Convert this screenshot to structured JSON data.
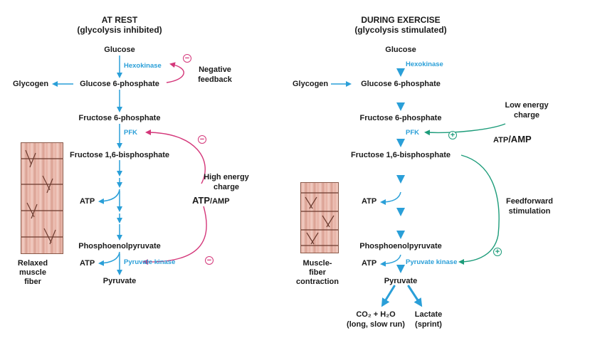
{
  "left": {
    "title": "AT REST",
    "subtitle": "(glycolysis inhibited)",
    "glucose": "Glucose",
    "hexokinase": "Hexokinase",
    "glycogen": "Glycogen",
    "g6p": "Glucose 6-phosphate",
    "negative_feedback_1": "Negative",
    "negative_feedback_2": "feedback",
    "f6p": "Fructose 6-phosphate",
    "pfk": "PFK",
    "f16bp": "Fructose 1,6-bisphosphate",
    "high_energy_1": "High energy",
    "high_energy_2": "charge",
    "atp_amp_atp": "ATP",
    "atp_amp_amp": "/AMP",
    "atp": "ATP",
    "pep": "Phosphoenolpyruvate",
    "atp2": "ATP",
    "pyruvate_kinase": "Pyruvate kinase",
    "pyruvate": "Pyruvate",
    "fiber_label_1": "Relaxed",
    "fiber_label_2": "muscle",
    "fiber_label_3": "fiber"
  },
  "right": {
    "title": "DURING EXERCISE",
    "subtitle": "(glycolysis stimulated)",
    "glucose": "Glucose",
    "hexokinase": "Hexokinase",
    "glycogen": "Glycogen",
    "g6p": "Glucose 6-phosphate",
    "low_energy_1": "Low energy",
    "low_energy_2": "charge",
    "f6p": "Fructose 6-phosphate",
    "pfk": "PFK",
    "atp_amp_atp": "ATP",
    "atp_amp_amp": "/AMP",
    "f16bp": "Fructose 1,6-bisphosphate",
    "feedforward_1": "Feedforward",
    "feedforward_2": "stimulation",
    "atp": "ATP",
    "pep": "Phosphoenolpyruvate",
    "atp2": "ATP",
    "pyruvate_kinase": "Pyruvate kinase",
    "pyruvate": "Pyruvate",
    "co2_h2o": "CO₂ + H₂O",
    "long_slow_run": "(long, slow run)",
    "lactate": "Lactate",
    "sprint": "(sprint)",
    "fiber_label_1": "Muscle-",
    "fiber_label_2": "fiber",
    "fiber_label_3": "contraction"
  },
  "signs": {
    "negative": "−",
    "positive": "+"
  },
  "colors": {
    "pathway": "#2a9fd8",
    "inhibition": "#d4377a",
    "stimulation": "#1d9c7a",
    "fiber": "#e8b4a8"
  }
}
